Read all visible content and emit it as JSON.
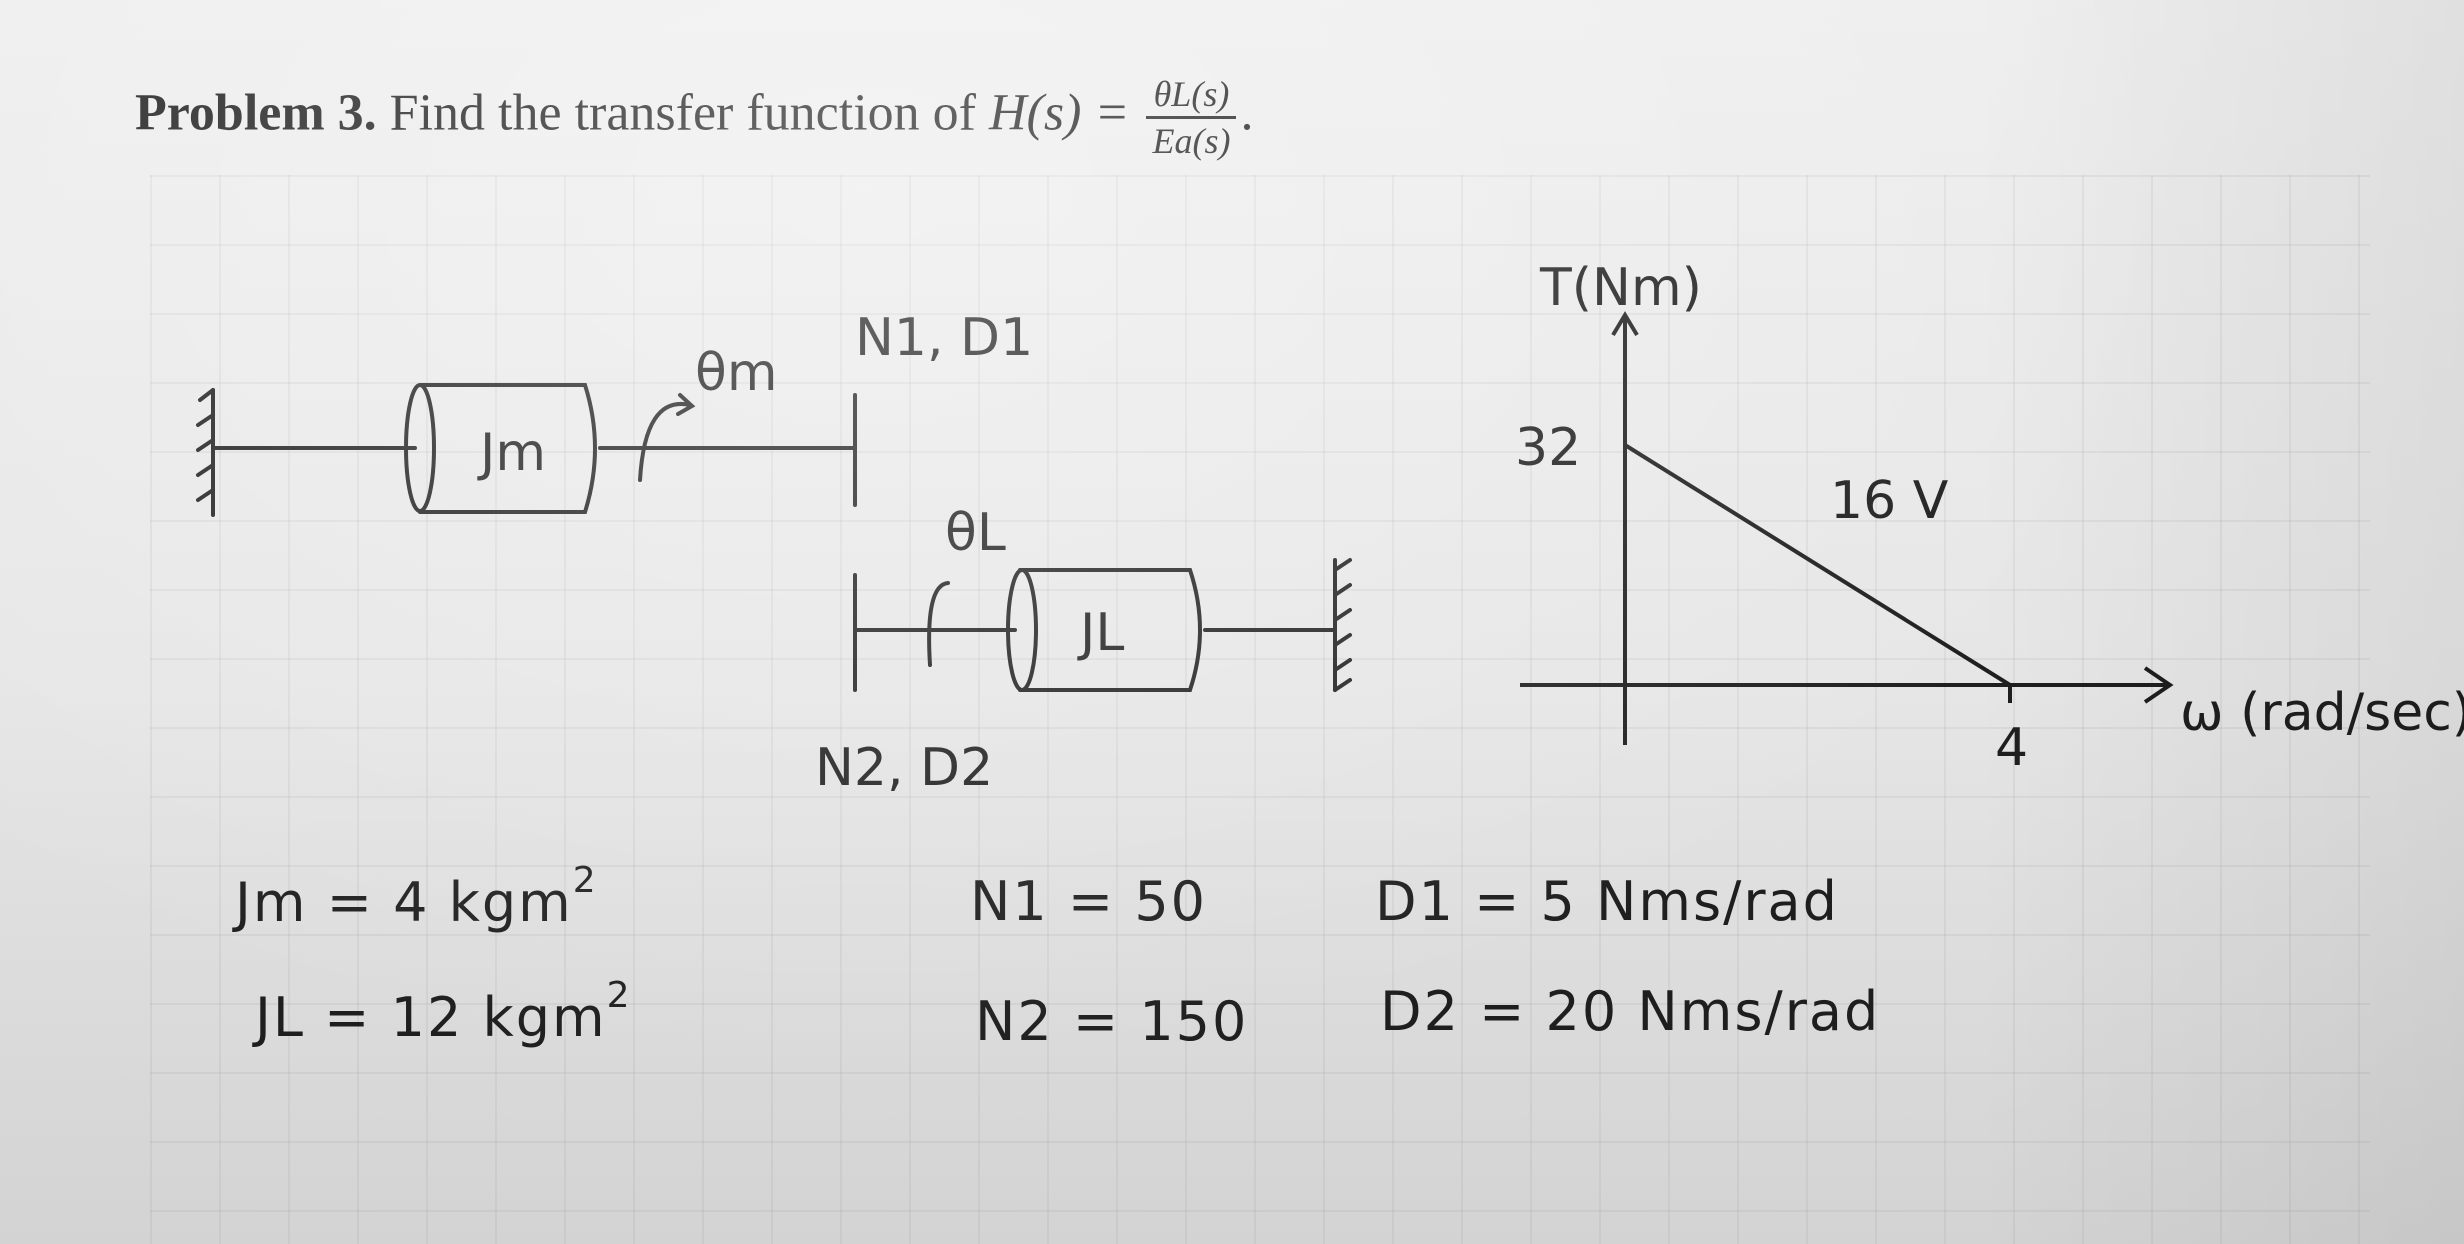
{
  "problem": {
    "label": "Problem 3.",
    "text": "Find the transfer function of",
    "lhs": "H(s) =",
    "num": "θL(s)",
    "den": "Ea(s)",
    "end": "."
  },
  "diagram": {
    "jm_label": "Jm",
    "theta_m": "θm",
    "gear1": "N1, D1",
    "theta_l": "θL",
    "jl_label": "JL",
    "gear2": "N2, D2"
  },
  "chart_data": {
    "type": "line",
    "ylabel": "T(Nm)",
    "xlabel": "ω (rad/sec)",
    "series": [
      {
        "name": "16 V",
        "x": [
          0,
          4
        ],
        "y": [
          32,
          0
        ]
      }
    ],
    "y_tick": "32",
    "x_tick": "4",
    "series_label": "16 V"
  },
  "params": {
    "jm": "Jm = 4 kgm",
    "jm_exp": "2",
    "jl": "JL = 12 kgm",
    "jl_exp": "2",
    "n1": "N1 = 50",
    "n2": "N2 = 150",
    "d1": "D1 = 5 Nms/rad",
    "d2": "D2 = 20 Nms/rad"
  }
}
